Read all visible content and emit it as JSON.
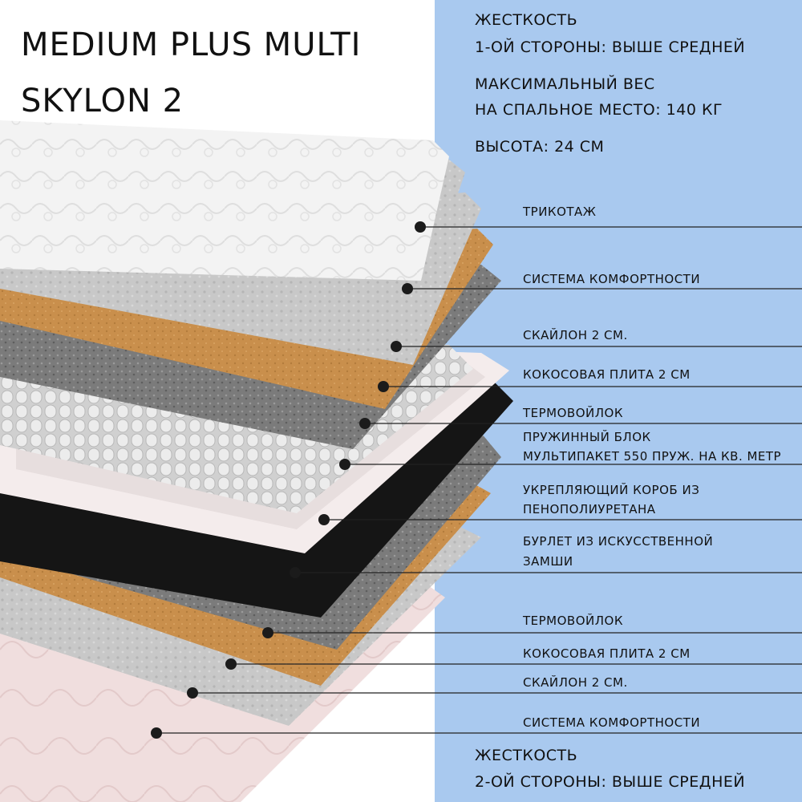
{
  "title": {
    "line1": "MEDIUM PLUS MULTI",
    "line2": "SKYLON 2"
  },
  "specs": {
    "firmness1_line1": "ЖЕСТКОСТЬ",
    "firmness1_line2": "1-ОЙ СТОРОНЫ: ВЫШЕ СРЕДНЕЙ",
    "maxweight_line1": "МАКСИМАЛЬНЫЙ ВЕС",
    "maxweight_line2": "НА СПАЛЬНОЕ МЕСТО:  140 КГ",
    "height": "ВЫСОТА:   24 СМ",
    "firmness2_line1": "ЖЕСТКОСТЬ",
    "firmness2_line2": "2-ОЙ СТОРОНЫ: ВЫШЕ СРЕДНЕЙ"
  },
  "layers": [
    {
      "label": "ТРИКОТАЖ"
    },
    {
      "label": "СИСТЕМА КОМФОРТНОСТИ"
    },
    {
      "label": "СКАЙЛОН 2 СМ."
    },
    {
      "label": "КОКОСОВАЯ ПЛИТА 2 СМ"
    },
    {
      "label": "ТЕРМОВОЙЛОК"
    },
    {
      "label": "ПРУЖИННЫЙ БЛОК",
      "label2": "МУЛЬТИПАКЕТ 550 ПРУЖ. НА КВ. МЕТР"
    },
    {
      "label": "УКРЕПЛЯЮЩИЙ КОРОБ ИЗ",
      "label2": "ПЕНОПОЛИУРЕТАНА"
    },
    {
      "label": "БУРЛЕТ ИЗ ИСКУССТВЕННОЙ",
      "label2": "ЗАМШИ"
    },
    {
      "label": "ТЕРМОВОЙЛОК"
    },
    {
      "label": "КОКОСОВАЯ ПЛИТА 2 СМ"
    },
    {
      "label": "СКАЙЛОН 2 СМ."
    },
    {
      "label": "СИСТЕМА КОМФОРТНОСТИ"
    }
  ],
  "colors": {
    "panel": "#a9c9ef",
    "knit": "#f3f3f3",
    "felt": "#c9c9c9",
    "coconut": "#c98f4c",
    "thermo": "#7b7b7b",
    "spring": "#dcdcdc",
    "foam_box": "#f4ecec",
    "suede": "#161616",
    "bottom_cover": "#f0dede"
  }
}
